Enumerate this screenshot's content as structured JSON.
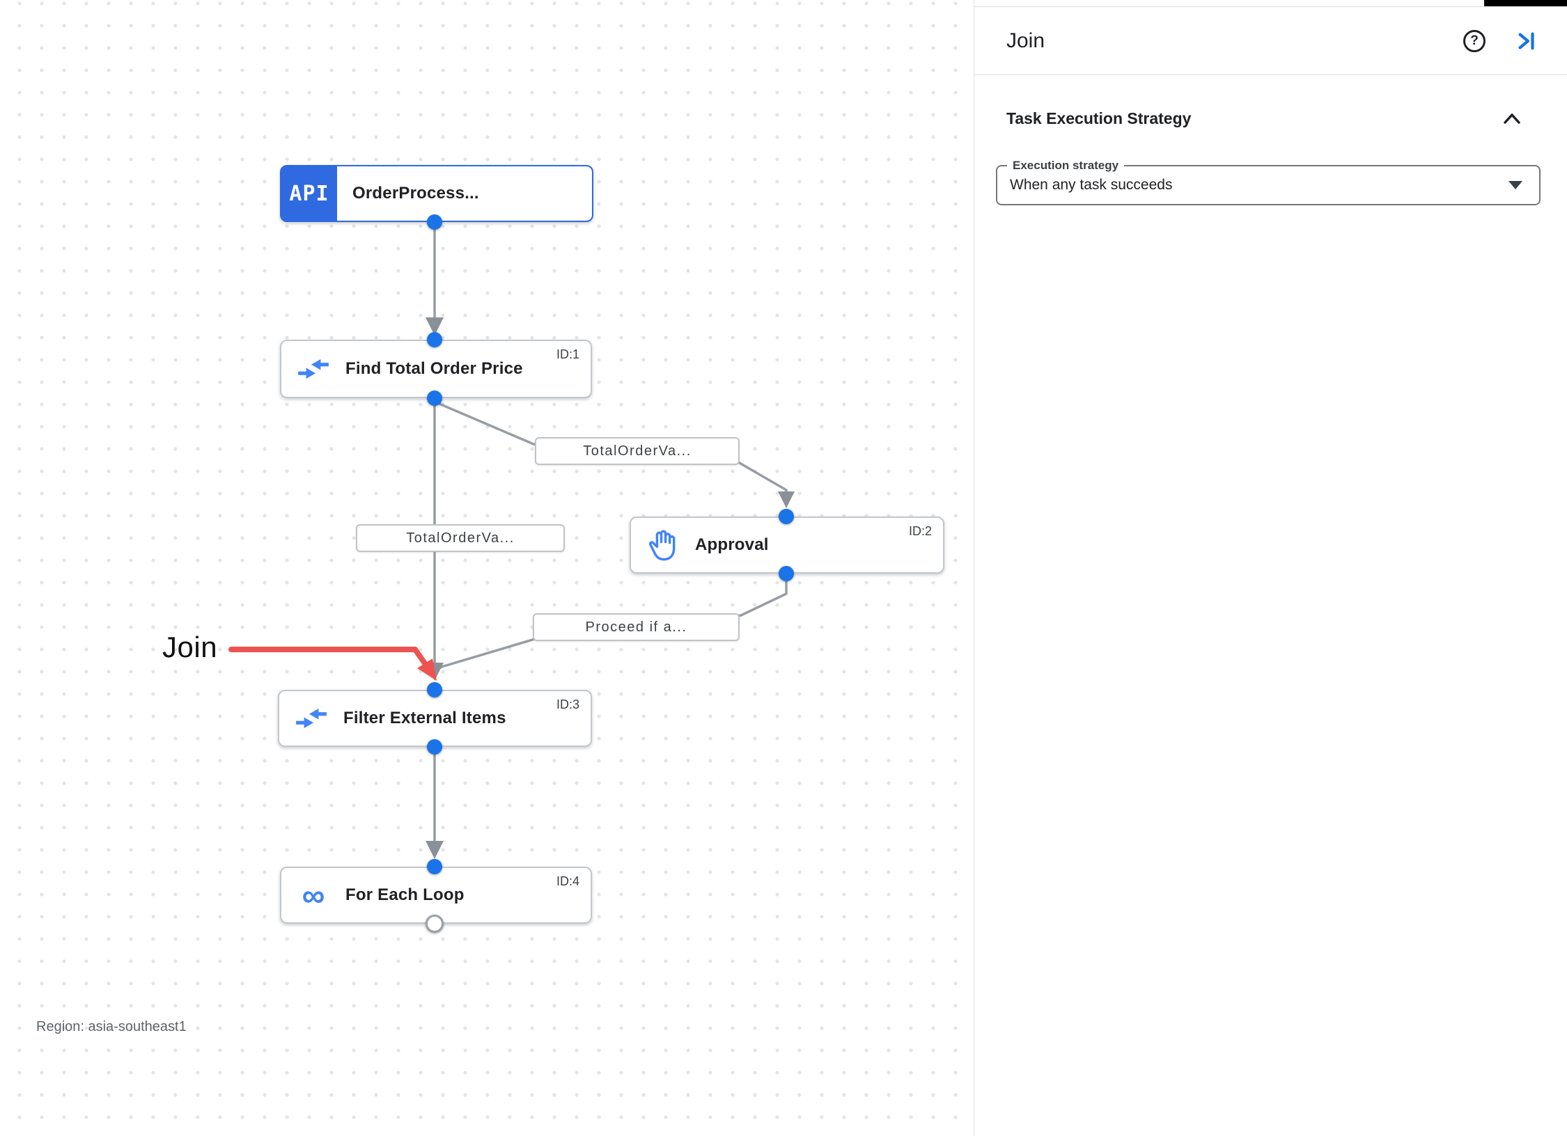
{
  "panel": {
    "title": "Join",
    "section": {
      "title": "Task Execution Strategy"
    },
    "field": {
      "label": "Execution strategy",
      "value": "When any task succeeds"
    }
  },
  "canvas": {
    "nodes": [
      {
        "badge": "API",
        "label": "OrderProcess...",
        "type": "api-trigger"
      },
      {
        "id": "ID:1",
        "label": "Find Total Order Price",
        "type": "data-mapping"
      },
      {
        "id": "ID:2",
        "label": "Approval",
        "type": "approval"
      },
      {
        "id": "ID:3",
        "label": "Filter External Items",
        "type": "data-mapping"
      },
      {
        "id": "ID:4",
        "label": "For Each Loop",
        "type": "for-each-loop"
      }
    ],
    "edge_labels": [
      "TotalOrderVa...",
      "TotalOrderVa...",
      "Proceed if a..."
    ],
    "annotation": {
      "label": "Join"
    },
    "region_label": "Region: asia-southeast1"
  },
  "icons": {
    "loop_glyph": "∞",
    "help_glyph": "?"
  },
  "colors": {
    "accent_blue": "#1a73e8",
    "icon_blue": "#4285f4",
    "trigger_blue": "#2f6ae0",
    "edge_gray": "#9aa0a6",
    "annotation_red": "#ee5350",
    "text_dark": "#202124",
    "text_gray": "#5f6368"
  }
}
